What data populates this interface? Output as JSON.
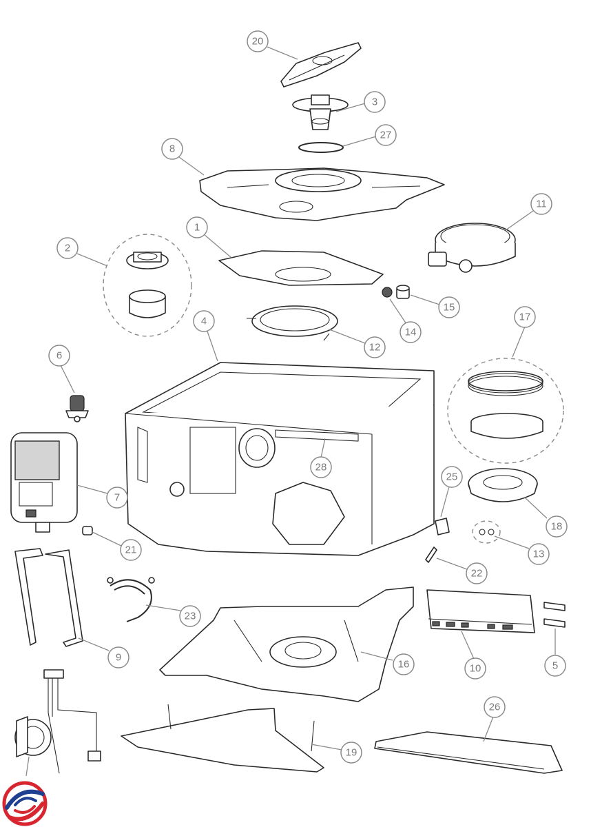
{
  "callouts": [
    {
      "label": "20"
    },
    {
      "label": "3"
    },
    {
      "label": "27"
    },
    {
      "label": "8"
    },
    {
      "label": "11"
    },
    {
      "label": "1"
    },
    {
      "label": "2"
    },
    {
      "label": "15"
    },
    {
      "label": "14"
    },
    {
      "label": "12"
    },
    {
      "label": "4"
    },
    {
      "label": "17"
    },
    {
      "label": "6"
    },
    {
      "label": "28"
    },
    {
      "label": "25"
    },
    {
      "label": "7"
    },
    {
      "label": "18"
    },
    {
      "label": "13"
    },
    {
      "label": "21"
    },
    {
      "label": "22"
    },
    {
      "label": "23"
    },
    {
      "label": "16"
    },
    {
      "label": "10"
    },
    {
      "label": "5"
    },
    {
      "label": "9"
    },
    {
      "label": "26"
    },
    {
      "label": "19"
    }
  ],
  "colors": {
    "line": "#2a2a2a",
    "callout": "#8a8a8a",
    "logo_red": "#d7262f",
    "logo_blue": "#1f3f91"
  },
  "logo": {
    "name": "brand-swirl-logo"
  }
}
